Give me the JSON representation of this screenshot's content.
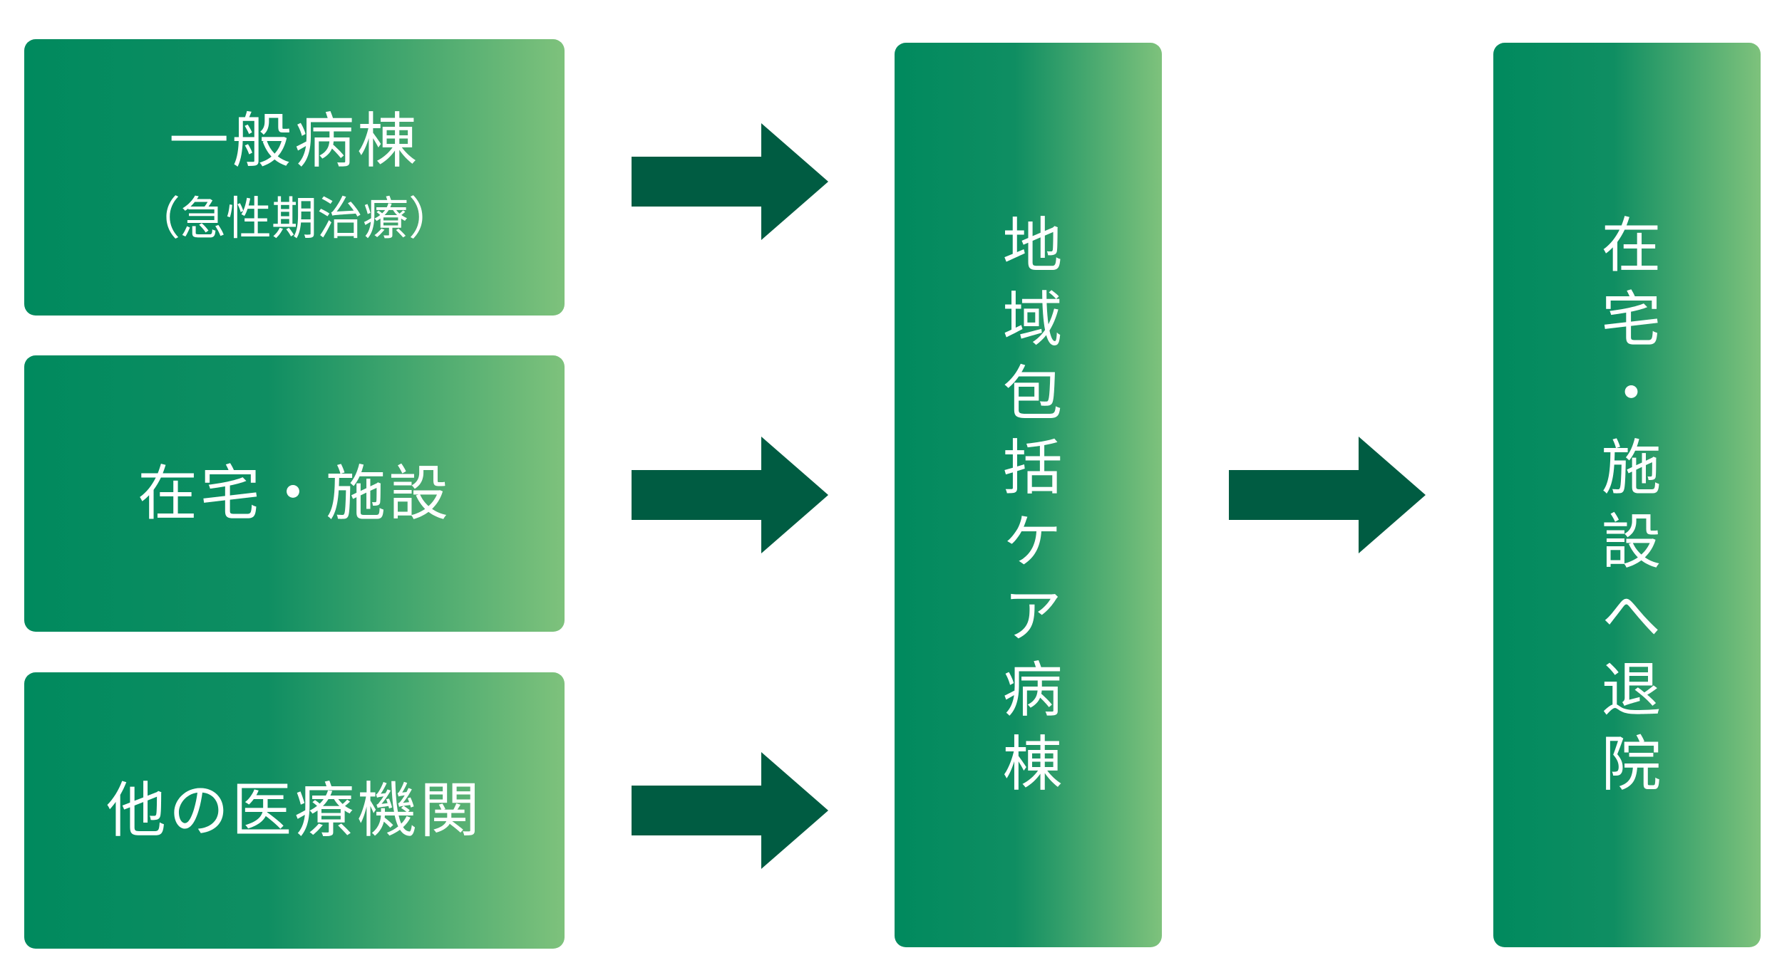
{
  "colors": {
    "box_gradient_start": "#008a5e",
    "box_gradient_end": "#7ec27c",
    "arrow": "#005c42",
    "text": "#ffffff"
  },
  "sources": [
    {
      "label": "一般病棟",
      "sub": "（急性期治療）"
    },
    {
      "label": "在宅・施設",
      "sub": ""
    },
    {
      "label": "他の医療機関",
      "sub": ""
    }
  ],
  "ward": {
    "label": "地域包括ケア病棟"
  },
  "discharge": {
    "label": "在宅・施設へ退院"
  },
  "arrows": [
    {
      "icon": "right-arrow-icon"
    },
    {
      "icon": "right-arrow-icon"
    },
    {
      "icon": "right-arrow-icon"
    },
    {
      "icon": "right-arrow-icon"
    }
  ]
}
